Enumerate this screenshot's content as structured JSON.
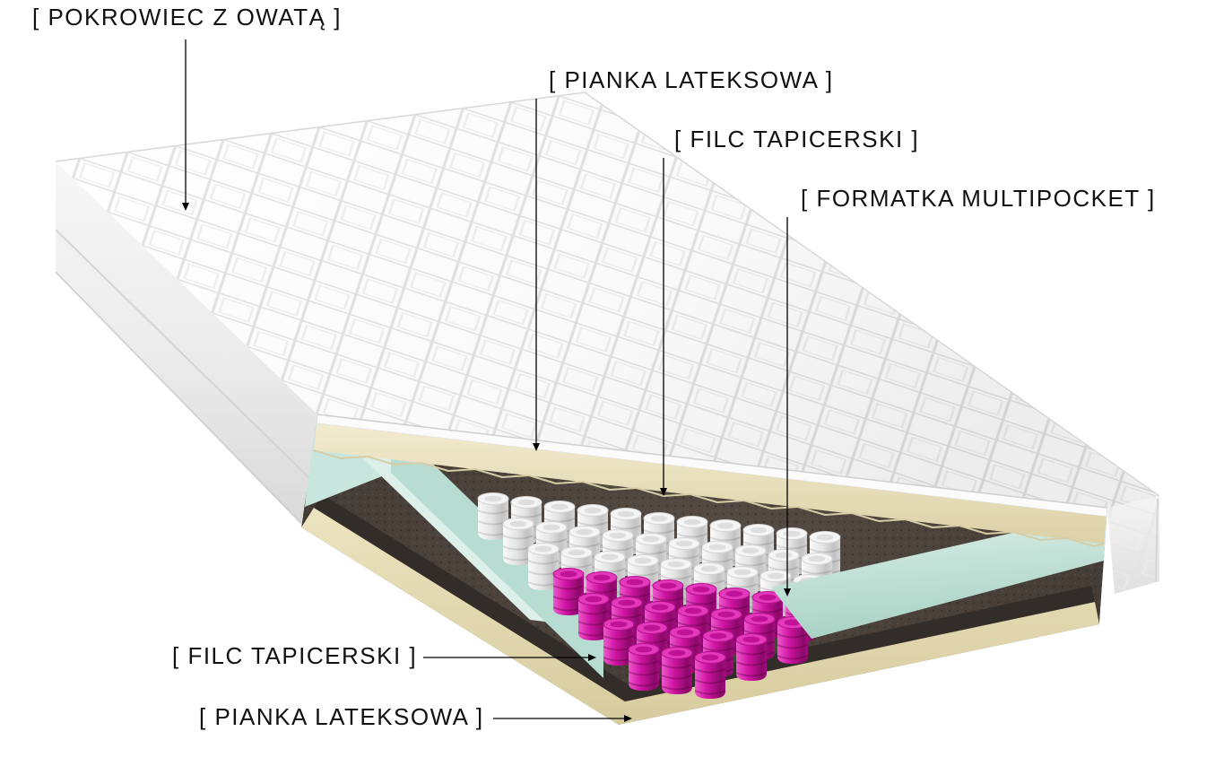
{
  "diagram": {
    "type": "product-cutaway",
    "subject": "mattress cross-section with layer callouts",
    "labels": [
      {
        "id": "cover-quilted",
        "text": "[ POKROWIEC Z OWATĄ ]"
      },
      {
        "id": "latex-foam-top",
        "text": "[ PIANKA LATEKSOWA ]"
      },
      {
        "id": "upholstery-felt-top",
        "text": "[ FILC TAPICERSKI ]"
      },
      {
        "id": "multipocket-springs",
        "text": "[ FORMATKA MULTIPOCKET ]"
      },
      {
        "id": "upholstery-felt-bottom",
        "text": "[ FILC TAPICERSKI ]"
      },
      {
        "id": "latex-foam-bottom",
        "text": "[ PIANKA LATEKSOWA ]"
      }
    ],
    "colors": {
      "background": "#ffffff",
      "cover": "#ffffff",
      "quilt_stitch": "#e3e3e3",
      "latex_foam": "#ece4c4",
      "felt": "#46403b",
      "side_foam": "#cfe9e0",
      "spring_white": "#e9e9e9",
      "spring_magenta": "#cc11a0",
      "label_text": "#111111",
      "leader_line": "#000000"
    }
  }
}
